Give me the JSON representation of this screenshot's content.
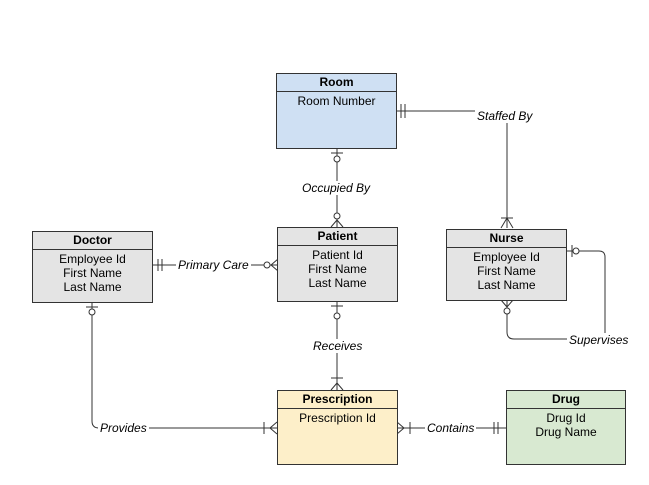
{
  "entities": {
    "room": {
      "title": "Room",
      "attrs": [
        "Room Number"
      ],
      "fill": "#cfe0f3"
    },
    "doctor": {
      "title": "Doctor",
      "attrs": [
        "Employee Id",
        "First Name",
        "Last Name"
      ],
      "fill": "#e4e4e4"
    },
    "patient": {
      "title": "Patient",
      "attrs": [
        "Patient Id",
        "First Name",
        "Last Name"
      ],
      "fill": "#e4e4e4"
    },
    "nurse": {
      "title": "Nurse",
      "attrs": [
        "Employee Id",
        "First Name",
        "Last Name"
      ],
      "fill": "#e4e4e4"
    },
    "prescription": {
      "title": "Prescription",
      "attrs": [
        "Prescription Id"
      ],
      "fill": "#fdefc9"
    },
    "drug": {
      "title": "Drug",
      "attrs": [
        "Drug Id",
        "Drug Name"
      ],
      "fill": "#d8e9d1"
    }
  },
  "relationships": {
    "staffed_by": "Staffed By",
    "occupied_by": "Occupied By",
    "primary_care": "Primary Care",
    "supervises": "Supervises",
    "receives": "Receives",
    "provides": "Provides",
    "contains": "Contains"
  },
  "colors": {
    "line": "#333333",
    "background": "#ffffff"
  }
}
